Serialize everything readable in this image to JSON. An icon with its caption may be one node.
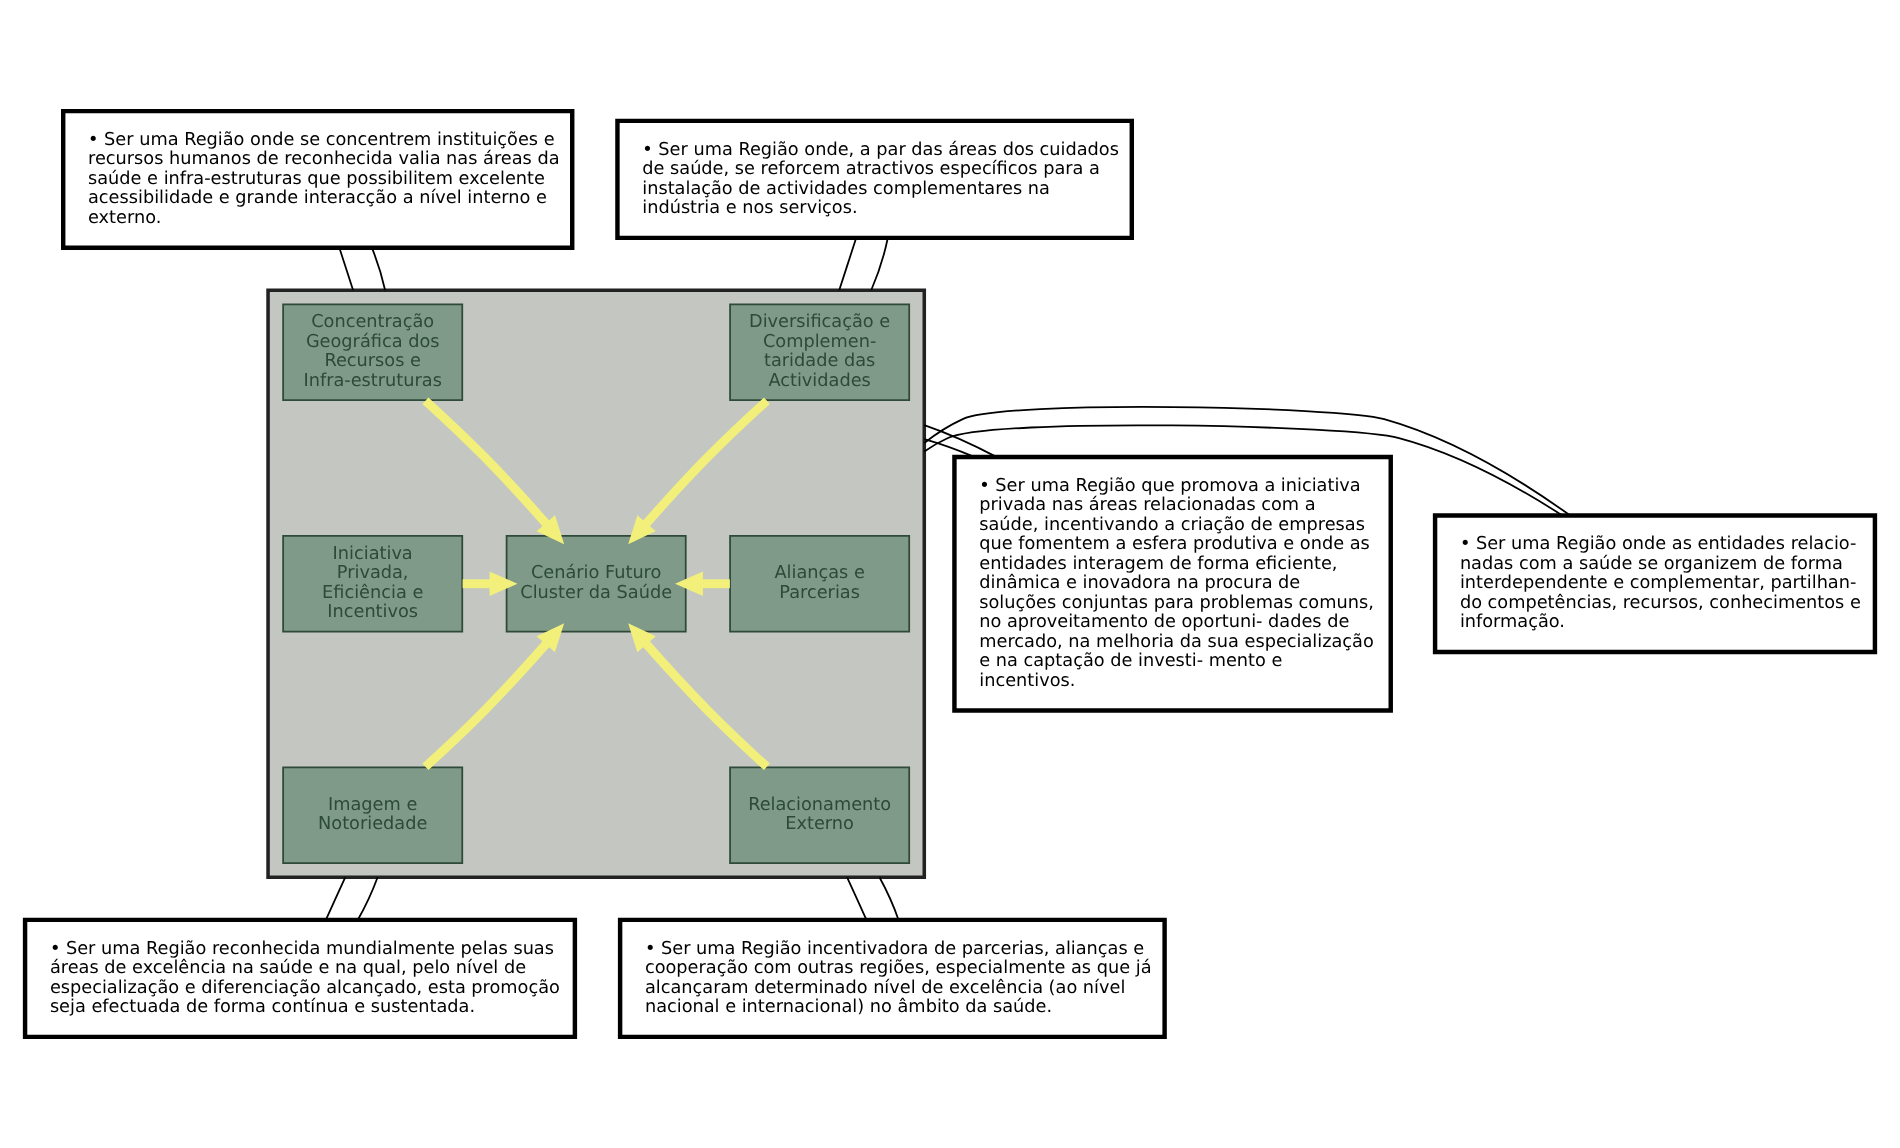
{
  "diagram": {
    "nodes": [
      {
        "text": [],
        "shape": "box"
      },
      {
        "text": [
          "Concentração Geográfica dos Recursos e Infra-estruturas"
        ],
        "in": 0
      },
      {
        "text": [
          "Diversificação e Complemen- taridade das Actividades"
        ],
        "in": 0
      },
      {
        "text": [
          "Iniciativa Privada, Eficiência e Incentivos"
        ],
        "in": 0
      },
      {
        "text": [
          "Cenário Futuro",
          "Cluster da Saúde"
        ],
        "in": 0
      },
      {
        "text": [
          "Alianças e Parcerias"
        ],
        "in": 0
      },
      {
        "text": [
          "Imagem e Notoriedade"
        ],
        "in": 0
      },
      {
        "text": [
          "Relacionamento Externo"
        ],
        "in": 0
      },
      {
        "text": [
          "• Ser uma Região onde se concentrem instituições e recursos humanos de reconhecida valia nas áreas da saúde e infra-estruturas que possibilitem excelente acessibilidade e grande interacção a nível interno e externo."
        ]
      },
      {
        "text": [
          "• Ser uma Região onde, a par das áreas dos cuidados de saúde, se reforcem atractivos específicos para a instalação de actividades complementares na indústria e nos serviços."
        ]
      },
      {
        "text": [
          "• Ser uma Região que promova a iniciativa privada nas áreas relacionadas com a saúde, incentivando a criação de empresas que fomentem a esfera produtiva e onde as entidades interagem de forma eficiente, dinâmica e inovadora na procura de soluções conjuntas para problemas comuns, no aproveitamento de oportuni- dades de mercado, na melhoria da sua especialização e na captação de investi- mento e incentivos."
        ]
      },
      {
        "text": [
          "• Ser uma Região onde as entidades relacio- nadas com a saúde se organizem de forma interdependente e complementar, partilhan- do competências, recursos, conhecimentos e informação."
        ]
      },
      {
        "text": [
          "• Ser uma Região reconhecida mundialmente pelas suas áreas de excelência na saúde e na qual, pelo nível de especialização e diferenciação alcançado, esta promoção seja efectuada de forma contínua e sustentada."
        ]
      },
      {
        "text": [
          "• Ser uma Região incentivadora de parcerias, alianças e cooperação com outras regiões, especialmente as que já alcançaram determinado nível de excelência (ao nível nacional e internacional) no âmbito da saúde."
        ]
      }
    ],
    "edges": [
      {
        "from": 1,
        "to": 4,
        "arrow": "to",
        "style": "thick",
        "color": "#f2f07a"
      },
      {
        "from": 2,
        "to": 4,
        "arrow": "to",
        "style": "thick",
        "color": "#f2f07a"
      },
      {
        "from": 3,
        "to": 4,
        "arrow": "to",
        "style": "thick",
        "color": "#f2f07a"
      },
      {
        "from": 5,
        "to": 4,
        "arrow": "to",
        "style": "thick",
        "color": "#f2f07a"
      },
      {
        "from": 6,
        "to": 4,
        "arrow": "to",
        "style": "thick",
        "color": "#f2f07a"
      },
      {
        "from": 7,
        "to": 4,
        "arrow": "to",
        "style": "thick",
        "color": "#f2f07a"
      },
      {
        "from": 8,
        "to": 0,
        "arrow": "none"
      },
      {
        "from": 8,
        "to": 0,
        "arrow": "none"
      },
      {
        "from": 9,
        "to": 0,
        "arrow": "none"
      },
      {
        "from": 9,
        "to": 0,
        "arrow": "none"
      },
      {
        "from": 10,
        "to": 0,
        "arrow": "none"
      },
      {
        "from": 10,
        "to": 0,
        "arrow": "none"
      },
      {
        "from": 11,
        "to": 0,
        "arrow": "none"
      },
      {
        "from": 11,
        "to": 0,
        "arrow": "none"
      },
      {
        "from": 12,
        "to": 0,
        "arrow": "none"
      },
      {
        "from": 12,
        "to": 0,
        "arrow": "none"
      },
      {
        "from": 13,
        "to": 0,
        "arrow": "none"
      },
      {
        "from": 13,
        "to": 0,
        "arrow": "none"
      }
    ]
  }
}
